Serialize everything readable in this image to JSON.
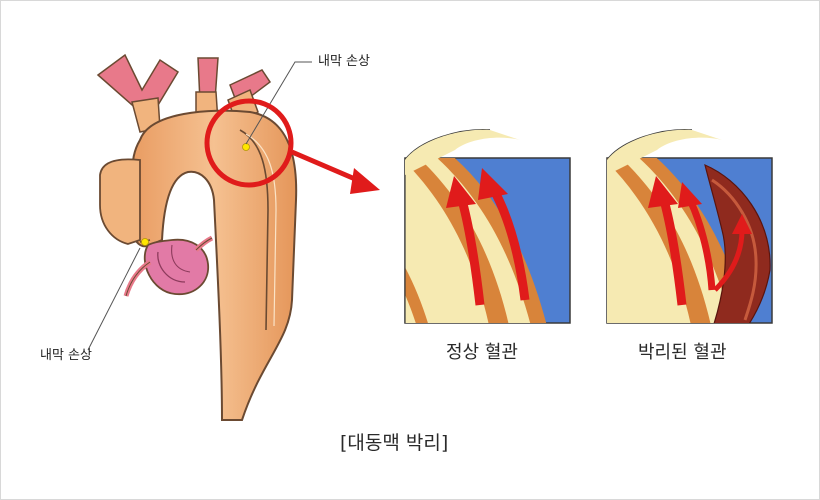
{
  "labels": {
    "intimal_tear_top": "내막 손상",
    "intimal_tear_bottom": "내막 손상",
    "normal_vessel": "정상 혈관",
    "dissected_vessel": "박리된 혈관",
    "caption": "[대동맥 박리]"
  },
  "colors": {
    "aorta_fill": "#f1b47e",
    "aorta_outline": "#6b4a32",
    "branch_pink": "#e8798a",
    "heart_pink": "#e27aa6",
    "highlight_ring": "#e01b1b",
    "arrow_red": "#e01b1b",
    "vessel_wall": "#d8843a",
    "vessel_lumen": "#f6eab2",
    "background_blue": "#4f7fd1",
    "hematoma": "#8f2a1e"
  },
  "icons": {
    "tear_marker": "yellow-dot",
    "pointer": "red-arrow"
  }
}
